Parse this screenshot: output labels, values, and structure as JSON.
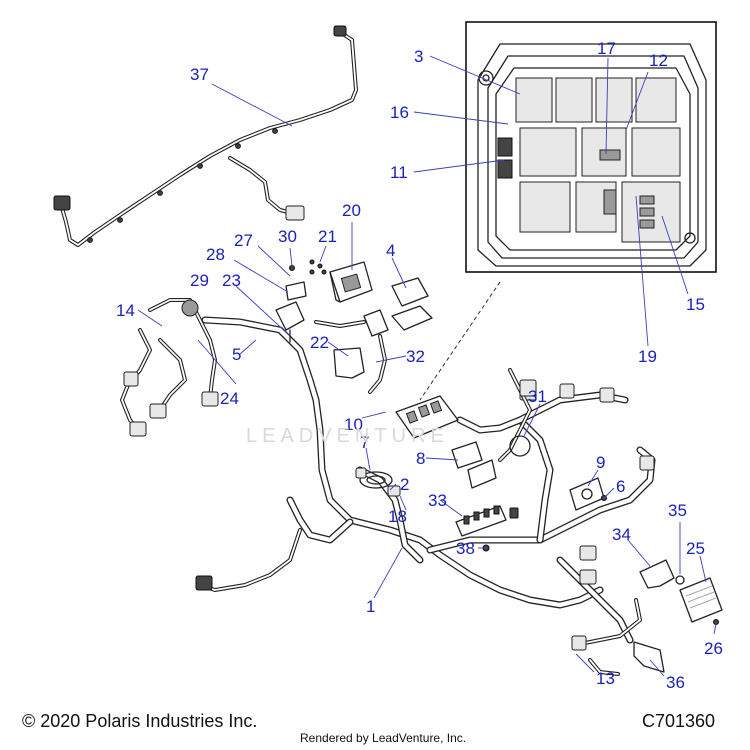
{
  "footer": {
    "copyright": "© 2020 Polaris Industries Inc.",
    "rendered_by": "Rendered by LeadVenture, Inc.",
    "catalog_number": "C701360"
  },
  "watermark": "LEADVENTURE",
  "callout_color": "#1a22b8",
  "callouts": [
    "1",
    "2",
    "3",
    "4",
    "5",
    "6",
    "7",
    "8",
    "9",
    "10",
    "11",
    "12",
    "13",
    "14",
    "15",
    "16",
    "17",
    "18",
    "19",
    "20",
    "21",
    "22",
    "23",
    "24",
    "25",
    "26",
    "27",
    "28",
    "29",
    "30",
    "31",
    "32",
    "33",
    "34",
    "35",
    "36",
    "37",
    "38"
  ]
}
